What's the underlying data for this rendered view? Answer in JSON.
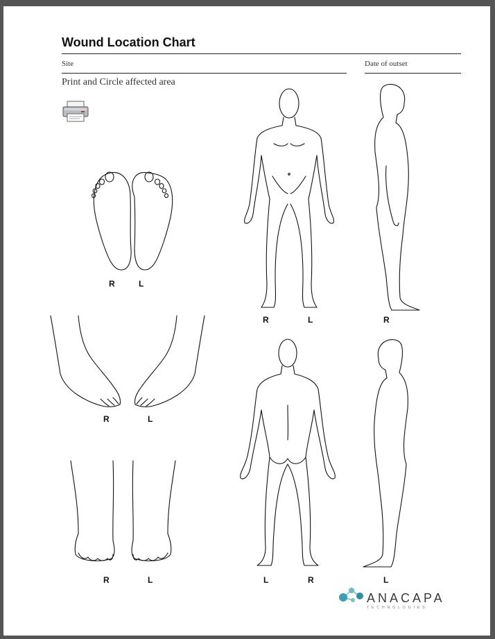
{
  "header": {
    "title": "Wound Location Chart",
    "site_label": "Site",
    "date_label": "Date of outset"
  },
  "instructions": "Print and Circle affected area",
  "icons": {
    "print": "printer-icon"
  },
  "figures": {
    "soles": {
      "left_mark": "R",
      "right_mark": "L"
    },
    "feet_sides": {
      "left_mark": "R",
      "right_mark": "L"
    },
    "feet_top": {
      "left_mark": "R",
      "right_mark": "L"
    },
    "body_front": {
      "left_mark": "R",
      "right_mark": "L"
    },
    "body_right_side": {
      "mark": "R"
    },
    "body_back": {
      "left_mark": "L",
      "right_mark": "R"
    },
    "body_left_side": {
      "mark": "L"
    }
  },
  "logo": {
    "name": "ANACAPA",
    "tagline": "TECHNOLOGIES",
    "accent": "#3aa0b5"
  }
}
